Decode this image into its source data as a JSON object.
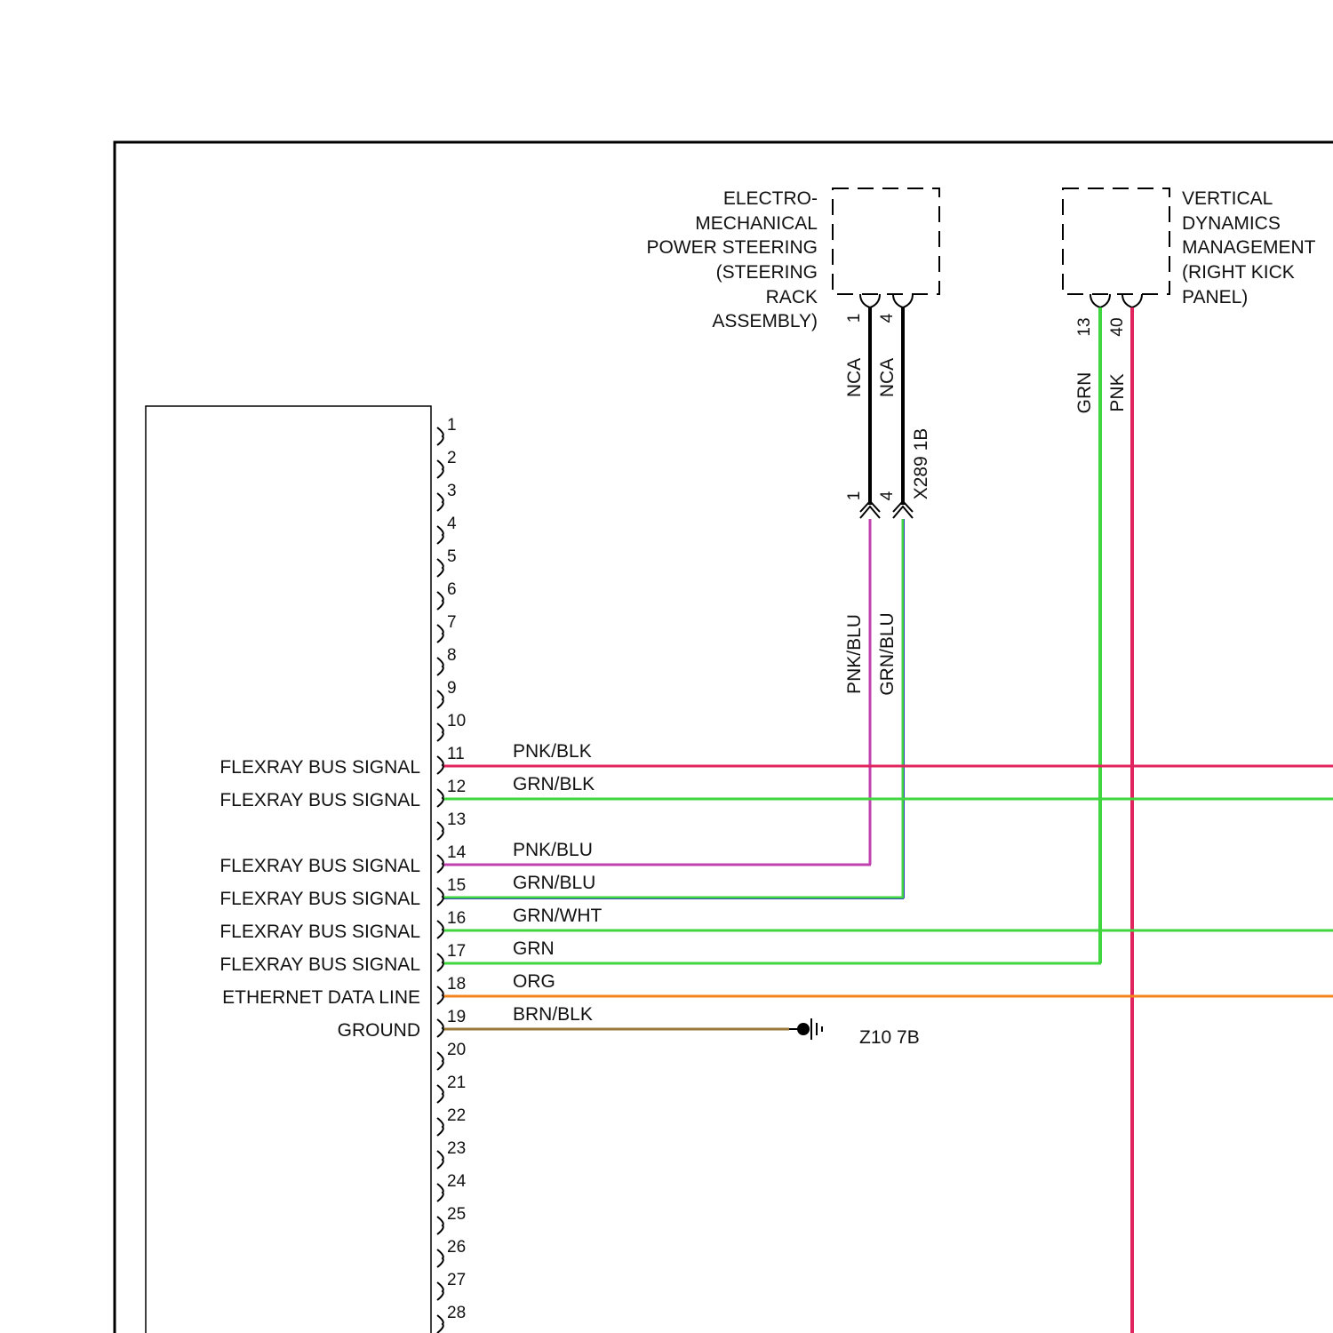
{
  "components": {
    "eps": {
      "label_lines": [
        "ELECTRO-",
        "MECHANICAL",
        "POWER STEERING",
        "(STEERING",
        "RACK",
        "ASSEMBLY)"
      ],
      "pins": [
        "1",
        "4"
      ]
    },
    "vdm": {
      "label_lines": [
        "VERTICAL",
        "DYNAMICS",
        "MANAGEMENT",
        "(RIGHT KICK",
        "PANEL)"
      ],
      "pins": [
        "13",
        "40"
      ]
    }
  },
  "upper_wires": {
    "eps_pin1_color": "NCA",
    "eps_pin4_color": "NCA",
    "vdm_pin13_color": "GRN",
    "vdm_pin40_color": "PNK"
  },
  "inline_connector": {
    "name": "X289 1B",
    "pins": [
      "1",
      "4"
    ]
  },
  "lower_wires": {
    "eps_pin1_color": "PNK/BLU",
    "eps_pin4_color": "GRN/BLU"
  },
  "module_connector": {
    "pins": [
      {
        "num": "1"
      },
      {
        "num": "2"
      },
      {
        "num": "3"
      },
      {
        "num": "4"
      },
      {
        "num": "5"
      },
      {
        "num": "6"
      },
      {
        "num": "7"
      },
      {
        "num": "8"
      },
      {
        "num": "9"
      },
      {
        "num": "10"
      },
      {
        "num": "11",
        "function": "FLEXRAY BUS SIGNAL",
        "wire_color": "PNK/BLK"
      },
      {
        "num": "12",
        "function": "FLEXRAY BUS SIGNAL",
        "wire_color": "GRN/BLK"
      },
      {
        "num": "13"
      },
      {
        "num": "14",
        "function": "FLEXRAY BUS SIGNAL",
        "wire_color": "PNK/BLU"
      },
      {
        "num": "15",
        "function": "FLEXRAY BUS SIGNAL",
        "wire_color": "GRN/BLU"
      },
      {
        "num": "16",
        "function": "FLEXRAY BUS SIGNAL",
        "wire_color": "GRN/WHT"
      },
      {
        "num": "17",
        "function": "FLEXRAY BUS SIGNAL",
        "wire_color": "GRN"
      },
      {
        "num": "18",
        "function": "ETHERNET DATA LINE",
        "wire_color": "ORG"
      },
      {
        "num": "19",
        "function": "GROUND",
        "wire_color": "BRN/BLK"
      },
      {
        "num": "20"
      },
      {
        "num": "21"
      },
      {
        "num": "22"
      },
      {
        "num": "23"
      },
      {
        "num": "24"
      },
      {
        "num": "25"
      },
      {
        "num": "26"
      },
      {
        "num": "27"
      },
      {
        "num": "28"
      }
    ]
  },
  "ground": {
    "label": "Z10 7B"
  },
  "colors": {
    "PNK": "#e0245e",
    "GRN": "#3fd63f",
    "ORG": "#f5841f",
    "BLU": "#3344bb",
    "BLK": "#111111",
    "BRN": "#9a7a3a",
    "WHT": "#ffffff",
    "PNK_BLU": "#c040b0"
  }
}
